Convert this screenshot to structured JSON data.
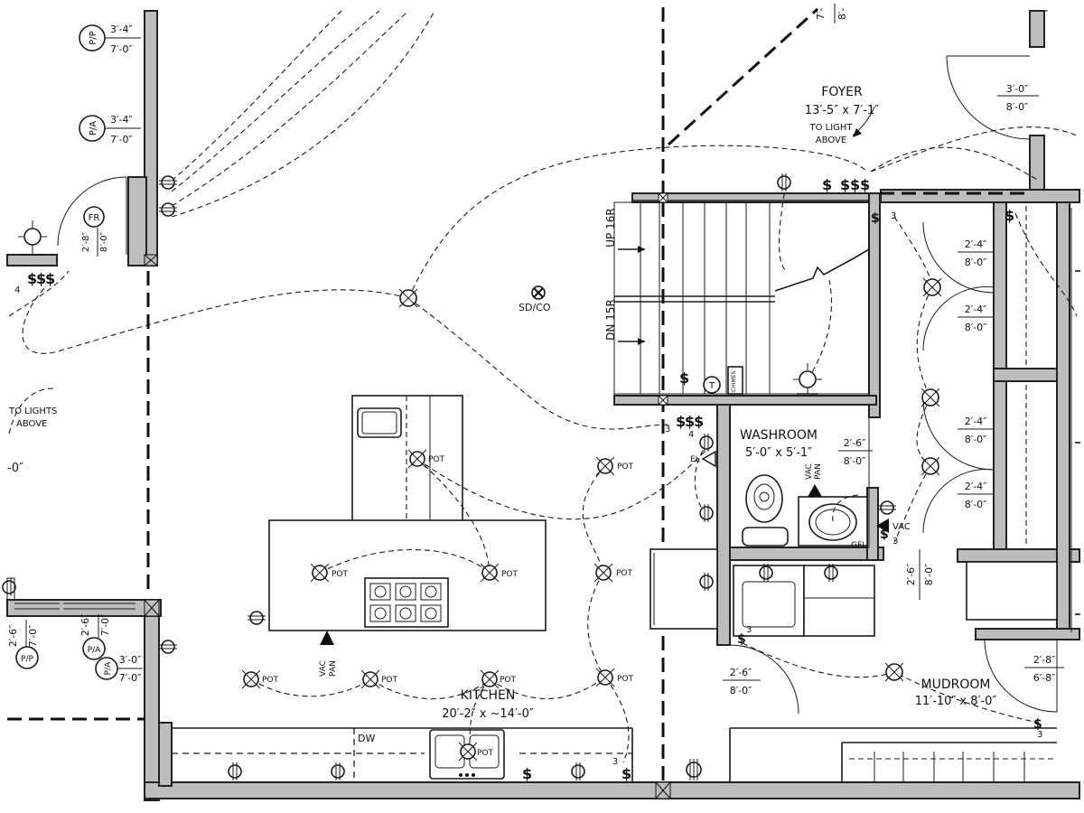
{
  "rooms": {
    "foyer": {
      "name": "FOYER",
      "size": "13′-5″ x 7′-1″"
    },
    "washroom": {
      "name": "WASHROOM",
      "size": "5′-0″ x 5′-1″"
    },
    "kitchen": {
      "name": "KITCHEN",
      "size": "20′-2″ x ~14′-0″"
    },
    "mudroom": {
      "name": "MUDROOM",
      "size": "11′-10″ x 8′-0″"
    }
  },
  "stairs": {
    "up": "UP 16R",
    "down": "DN 15R"
  },
  "notes": {
    "to_light_above_foyer_1": "TO LIGHT",
    "to_light_above_foyer_2": "ABOVE",
    "to_lights_above_left_1": "TO LIGHTS",
    "to_lights_above_left_2": "ABOVE",
    "partial_dim_left": "-0″",
    "top_partial_1": "7′-",
    "top_partial_2": "8′-",
    "sd_co": "SD/CO",
    "chimes": "CHIMES",
    "dw": "DW",
    "el": "EL",
    "gfi": "GFI",
    "vac": "VAC",
    "vac_pan_island_1": "VAC",
    "vac_pan_island_2": "PAN",
    "vac_pan_wash_1": "VAC",
    "vac_pan_wash_2": "PAN"
  },
  "tags": {
    "pp": "P/P",
    "pa": "P/A",
    "fr": "FR",
    "pot": "POT"
  },
  "door_sizes": {
    "pp_top": {
      "w": "3′-4″",
      "h": "7′-0″"
    },
    "pa_top": {
      "w": "3′-4″",
      "h": "7′-0″"
    },
    "fr_door": {
      "w": "2′-8″",
      "h": "8′-0″"
    },
    "foyer_right": {
      "w": "3′-0″",
      "h": "8′-0″"
    },
    "closet_1": {
      "w": "2′-4″",
      "h": "8′-0″"
    },
    "closet_2": {
      "w": "2′-4″",
      "h": "8′-0″"
    },
    "closet_3": {
      "w": "2′-4″",
      "h": "8′-0″"
    },
    "closet_4": {
      "w": "2′-4″",
      "h": "8′-0″"
    },
    "washroom_door": {
      "w": "2′-6″",
      "h": "8′-0″"
    },
    "mudroom_closet_v": {
      "w": "2′-6″",
      "h": "8′-0″"
    },
    "left_pp": {
      "w": "2′-6″",
      "h": "7′-0″"
    },
    "left_pa": {
      "w": "2′-6″",
      "h": "7′-0″"
    },
    "left_pa2": {
      "w": "3′-0″",
      "h": "7′-0″"
    },
    "mudroom_door": {
      "w": "2′-6″",
      "h": "8′-0″"
    },
    "exterior_door": {
      "w": "2′-8″",
      "h": "6′-8″"
    }
  },
  "switch_marks": {
    "dollar": "$",
    "three_way": "3",
    "four_way": "4"
  }
}
